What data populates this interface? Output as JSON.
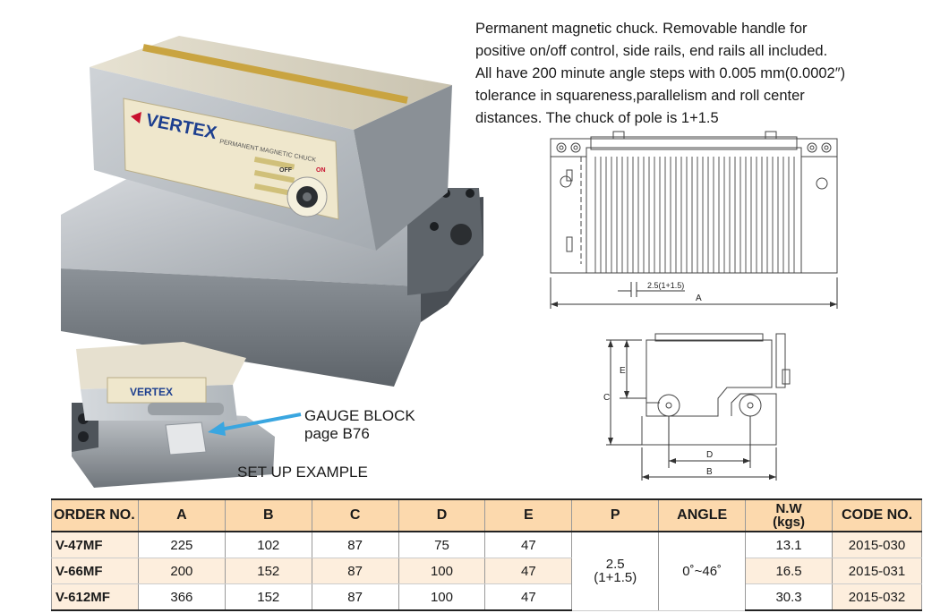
{
  "description": {
    "lines": [
      "Permanent magnetic chuck. Removable handle for",
      "positive on/off control, side rails, end rails all included.",
      "All have 200 minute angle steps with 0.005 mm(0.0002″)",
      "tolerance in squareness,parallelism and roll center",
      "distances. The chuck of pole is 1+1.5"
    ]
  },
  "photos": {
    "main_brand": "VERTEX",
    "main_plate_text": "PERMANENT MAGNETIC CHUCK",
    "handle_off": "OFF",
    "handle_on": "ON",
    "setup_brand": "VERTEX"
  },
  "callouts": {
    "gauge_block_line1": "GAUGE BLOCK",
    "gauge_block_line2": "page B76",
    "setup_example": "SET UP EXAMPLE"
  },
  "drawing": {
    "pole_pitch_label": "2.5(1+1.5)",
    "dim_a": "A",
    "dim_b": "B",
    "dim_c": "C",
    "dim_d": "D",
    "dim_e": "E"
  },
  "table": {
    "headers": [
      "ORDER NO.",
      "A",
      "B",
      "C",
      "D",
      "E",
      "P",
      "ANGLE",
      "N.W",
      "(kgs)",
      "CODE NO."
    ],
    "rows": [
      {
        "order": "V-47MF",
        "a": "225",
        "b": "102",
        "c": "87",
        "d": "75",
        "e": "47",
        "nw": "13.1",
        "code": "2015-030"
      },
      {
        "order": "V-66MF",
        "a": "200",
        "b": "152",
        "c": "87",
        "d": "100",
        "e": "47",
        "nw": "16.5",
        "code": "2015-031"
      },
      {
        "order": "V-612MF",
        "a": "366",
        "b": "152",
        "c": "87",
        "d": "100",
        "e": "47",
        "nw": "30.3",
        "code": "2015-032"
      }
    ],
    "p_line1": "2.5",
    "p_line2": "(1+1.5)",
    "angle": "0˚~46˚"
  },
  "colors": {
    "header_bg": "#fcd9ad",
    "alt_row_bg": "#fdeedd",
    "arrow": "#3aa6e0",
    "brand_red": "#c8102e"
  }
}
